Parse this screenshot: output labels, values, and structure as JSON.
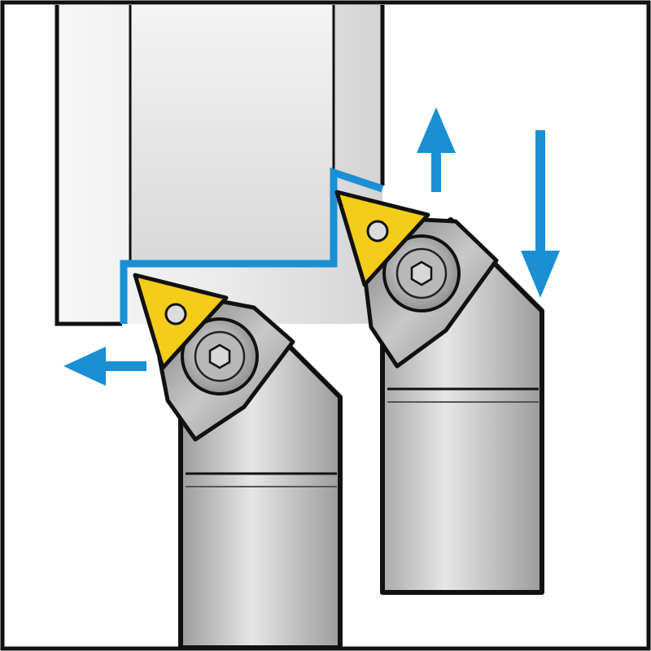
{
  "diagram": {
    "kind": "turning-tool-illustration",
    "colors": {
      "outline": "#111111",
      "feed_arrow": "#1a8fd4",
      "tool_path": "#1a8fd4",
      "insert": "#f4cc1a",
      "workpiece_light": "#f2f2f2",
      "workpiece_mid": "#d6d6d6",
      "holder_light": "#e2e2e2",
      "holder_dark": "#8a8a8a",
      "background": "#ffffff"
    },
    "tools": [
      {
        "name": "tool-holder-left",
        "feed_direction": "left"
      },
      {
        "name": "tool-holder-right",
        "feed_direction": "up-down"
      }
    ],
    "icons": [
      "hex-socket-screw-icon",
      "insert-pin-icon",
      "arrow-left-icon",
      "arrow-up-icon",
      "arrow-down-icon"
    ]
  }
}
